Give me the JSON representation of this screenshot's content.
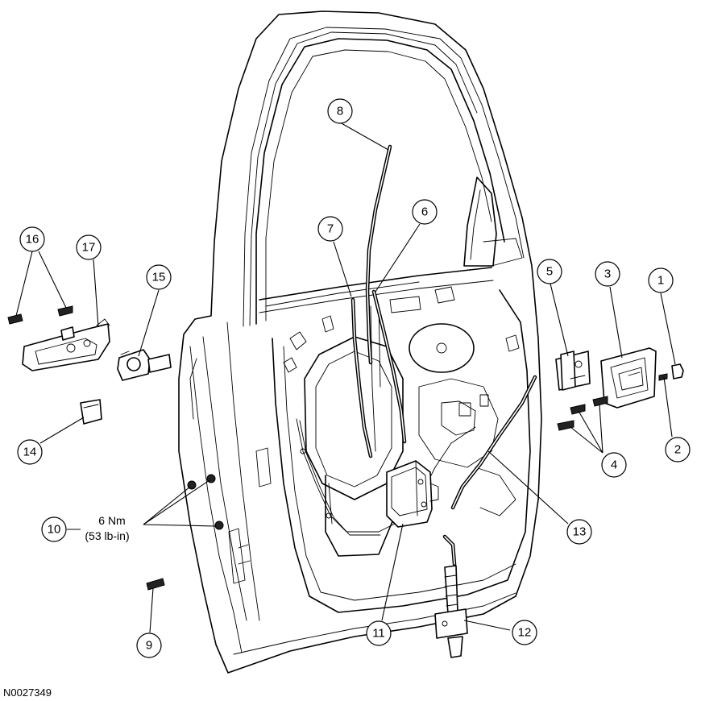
{
  "figure_code": "N0027349",
  "torque": {
    "value": "6 Nm",
    "imperial": "(53 lb-in)"
  },
  "callouts": [
    {
      "id": "callout-1",
      "label": "1"
    },
    {
      "id": "callout-2",
      "label": "2"
    },
    {
      "id": "callout-3",
      "label": "3"
    },
    {
      "id": "callout-4",
      "label": "4"
    },
    {
      "id": "callout-5",
      "label": "5"
    },
    {
      "id": "callout-6",
      "label": "6"
    },
    {
      "id": "callout-7",
      "label": "7"
    },
    {
      "id": "callout-8",
      "label": "8"
    },
    {
      "id": "callout-9",
      "label": "9"
    },
    {
      "id": "callout-10",
      "label": "10"
    },
    {
      "id": "callout-11",
      "label": "11"
    },
    {
      "id": "callout-12",
      "label": "12"
    },
    {
      "id": "callout-13",
      "label": "13"
    },
    {
      "id": "callout-14",
      "label": "14"
    },
    {
      "id": "callout-15",
      "label": "15"
    },
    {
      "id": "callout-16",
      "label": "16"
    },
    {
      "id": "callout-17",
      "label": "17"
    }
  ]
}
